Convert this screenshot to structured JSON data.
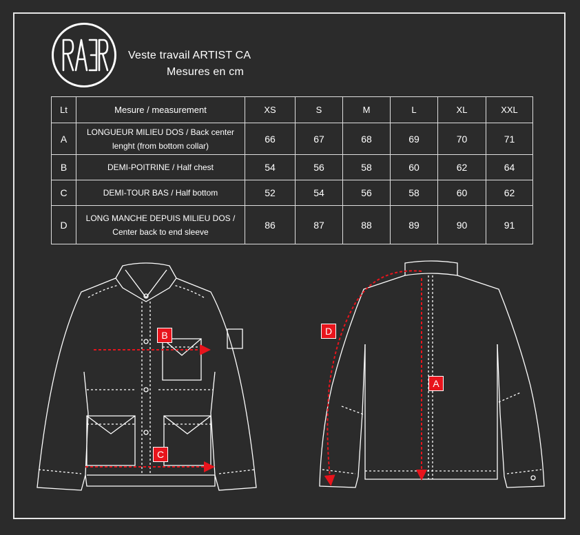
{
  "brand": {
    "logo_text": "RAER"
  },
  "header": {
    "title": "Veste travail ARTIST CA",
    "subtitle": "Mesures en cm"
  },
  "table": {
    "headers": [
      "Lt",
      "Mesure / measurement",
      "XS",
      "S",
      "M",
      "L",
      "XL",
      "XXL"
    ],
    "rows": [
      {
        "letter": "A",
        "measure_line1": "LONGUEUR MILIEU DOS / Back center",
        "measure_line2": "lenght (from bottom collar)",
        "values": [
          "66",
          "67",
          "68",
          "69",
          "70",
          "71"
        ]
      },
      {
        "letter": "B",
        "measure_line1": "DEMI-POITRINE / Half chest",
        "measure_line2": "",
        "values": [
          "54",
          "56",
          "58",
          "60",
          "62",
          "64"
        ]
      },
      {
        "letter": "C",
        "measure_line1": "DEMI-TOUR BAS / Half bottom",
        "measure_line2": "",
        "values": [
          "52",
          "54",
          "56",
          "58",
          "60",
          "62"
        ]
      },
      {
        "letter": "D",
        "measure_line1": "LONG MANCHE DEPUIS MILIEU DOS  /",
        "measure_line2": "Center back to end sleeve",
        "values": [
          "86",
          "87",
          "88",
          "89",
          "90",
          "91"
        ]
      }
    ]
  },
  "diagram_markers": {
    "front_chest": "B",
    "front_bottom": "C",
    "back_length": "A",
    "back_sleeve": "D"
  },
  "colors": {
    "background": "#2b2b2b",
    "line": "#ffffff",
    "accent_red": "#e8141c"
  }
}
